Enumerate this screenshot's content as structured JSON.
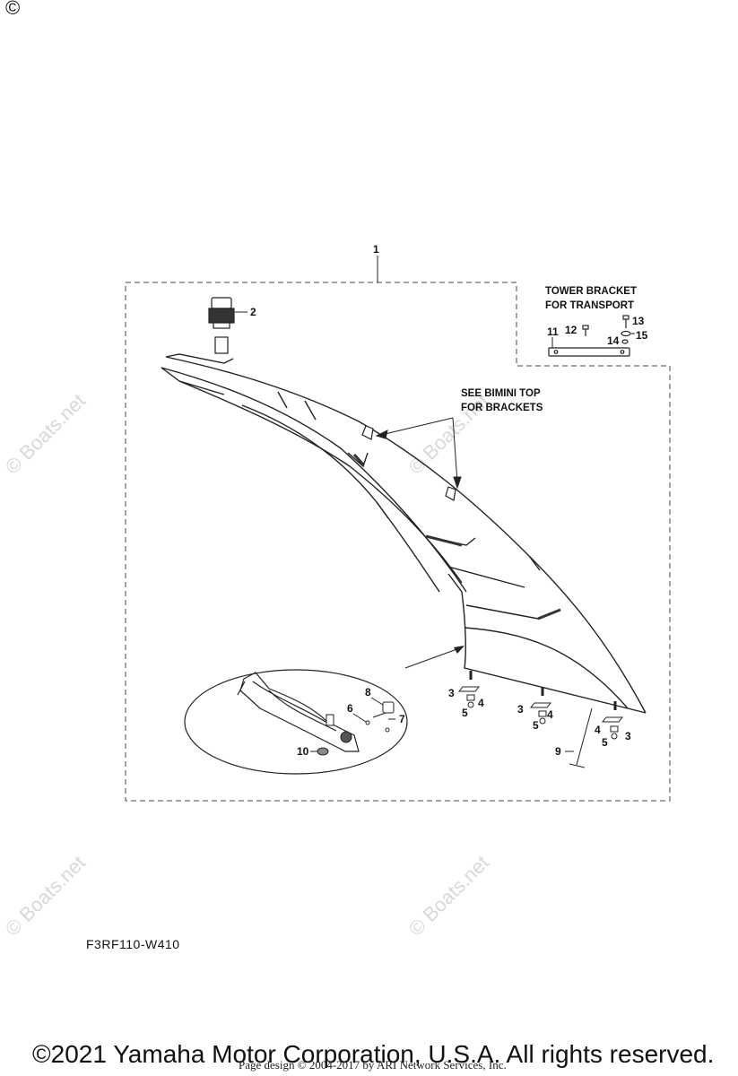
{
  "callouts": {
    "c1": "1",
    "c2": "2",
    "c3a": "3",
    "c3b": "3",
    "c3c": "3",
    "c4a": "4",
    "c4b": "4",
    "c4c": "4",
    "c5a": "5",
    "c5b": "5",
    "c5c": "5",
    "c6": "6",
    "c7": "7",
    "c8": "8",
    "c9": "9",
    "c10": "10",
    "c11": "11",
    "c12": "12",
    "c13": "13",
    "c14": "14",
    "c15": "15"
  },
  "notes": {
    "tower_bracket_line1": "TOWER BRACKET",
    "tower_bracket_line2": "FOR TRANSPORT",
    "bimini_line1": "SEE BIMINI TOP",
    "bimini_line2": "FOR BRACKETS"
  },
  "watermark": "© Boats.net",
  "diagram_code": "F3RF110-W410",
  "copyright": "©2021 Yamaha Motor Corporation, U.S.A. All rights reserved.",
  "page_design": "Page design © 2004-2017 by ARI Network Services, Inc."
}
